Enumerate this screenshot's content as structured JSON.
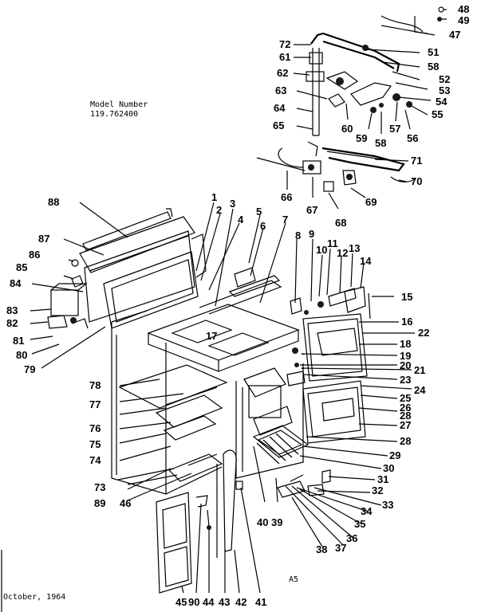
{
  "header": {
    "model_label": "Model Number",
    "model_number": "119.762400"
  },
  "footer": {
    "date": "October, 1964",
    "sheet_code": "A5"
  },
  "callouts": [
    "1",
    "2",
    "3",
    "4",
    "5",
    "6",
    "7",
    "8",
    "9",
    "10",
    "11",
    "12",
    "13",
    "14",
    "15",
    "16",
    "17",
    "18",
    "19",
    "20",
    "21",
    "22",
    "23",
    "24",
    "25",
    "26",
    "27",
    "28",
    "28",
    "29",
    "30",
    "31",
    "32",
    "33",
    "34",
    "35",
    "36",
    "37",
    "38",
    "39",
    "40",
    "41",
    "42",
    "43",
    "44",
    "45",
    "46",
    "47",
    "48",
    "49",
    "51",
    "52",
    "53",
    "54",
    "55",
    "56",
    "57",
    "58",
    "58",
    "59",
    "60",
    "61",
    "62",
    "63",
    "64",
    "65",
    "66",
    "67",
    "68",
    "69",
    "70",
    "71",
    "72",
    "73",
    "74",
    "75",
    "76",
    "77",
    "78",
    "79",
    "80",
    "81",
    "82",
    "83",
    "84",
    "85",
    "86",
    "87",
    "88",
    "89",
    "90"
  ]
}
